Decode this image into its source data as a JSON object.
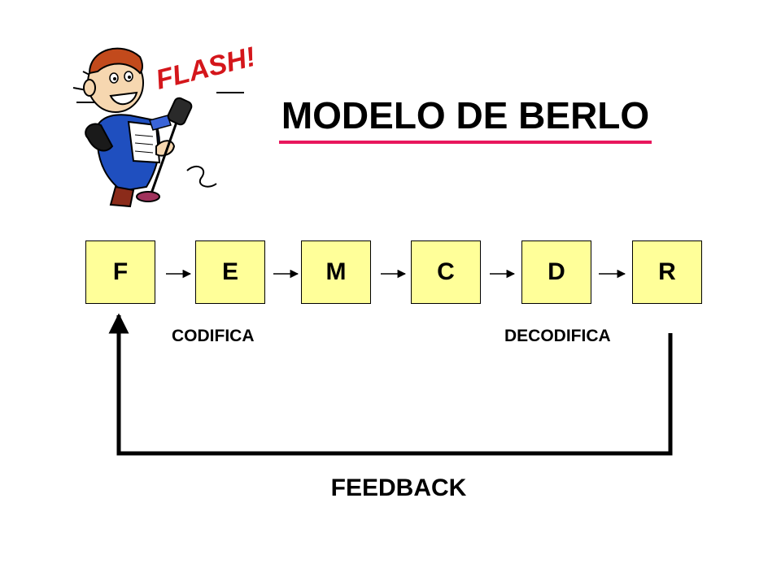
{
  "slide": {
    "title": "MODELO DE BERLO",
    "title_underline_color": "#e8175d"
  },
  "mascot": {
    "caption": "FLASH!",
    "icon": "announcer-with-microphone-icon"
  },
  "flow": {
    "box_color": "#ffff99",
    "nodes": [
      {
        "id": "F",
        "label": "F"
      },
      {
        "id": "E",
        "label": "E"
      },
      {
        "id": "M",
        "label": "M"
      },
      {
        "id": "C",
        "label": "C"
      },
      {
        "id": "D",
        "label": "D"
      },
      {
        "id": "R",
        "label": "R"
      }
    ],
    "encode_label": "CODIFICA",
    "decode_label": "DECODIFICA",
    "feedback_label": "FEEDBACK"
  }
}
